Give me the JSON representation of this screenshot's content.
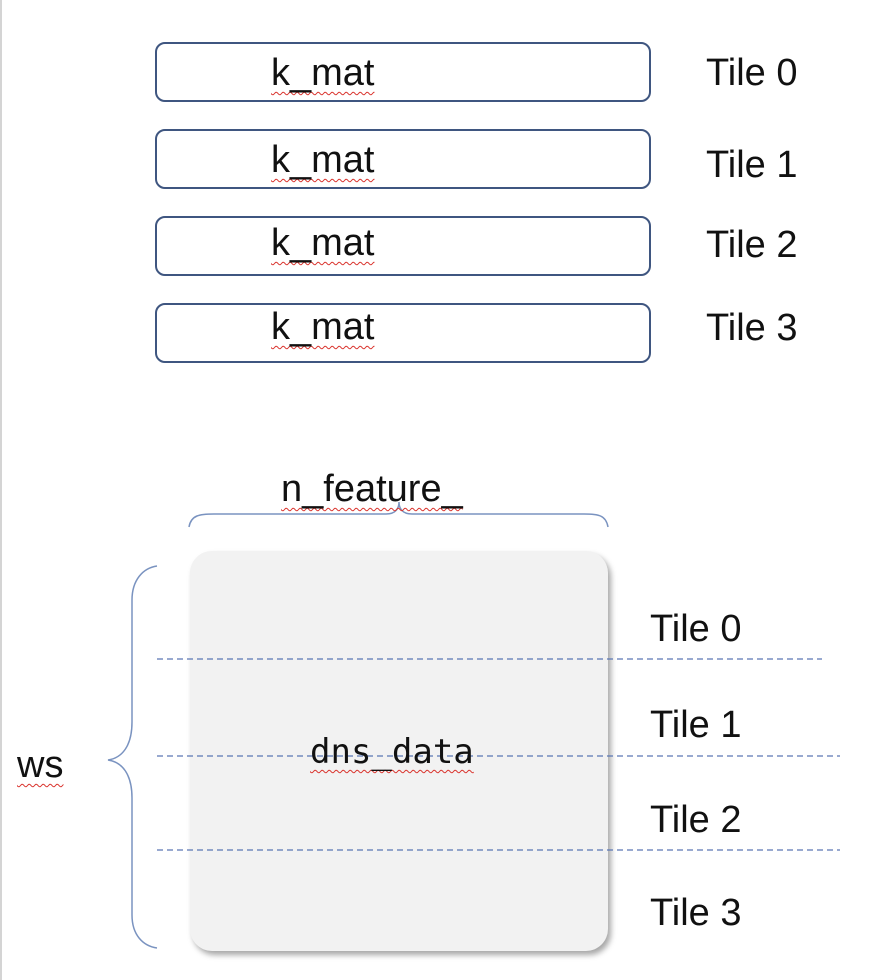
{
  "k_mat_boxes": [
    {
      "label": "k_mat",
      "tile": "Tile 0"
    },
    {
      "label": "k_mat",
      "tile": "Tile 1"
    },
    {
      "label": "k_mat",
      "tile": "Tile 2"
    },
    {
      "label": "k_mat",
      "tile": "Tile 3"
    }
  ],
  "dns": {
    "block_label": "dns_data",
    "width_label": "n_feature_",
    "height_label": "ws",
    "tiles": [
      "Tile 0",
      "Tile 1",
      "Tile 2",
      "Tile 3"
    ]
  },
  "colors": {
    "box_border": "#3f5680",
    "block_fill": "#f2f2f2",
    "brace": "#7a93c0",
    "divider": "#5a76b4",
    "spellcheck": "#d9312b"
  }
}
